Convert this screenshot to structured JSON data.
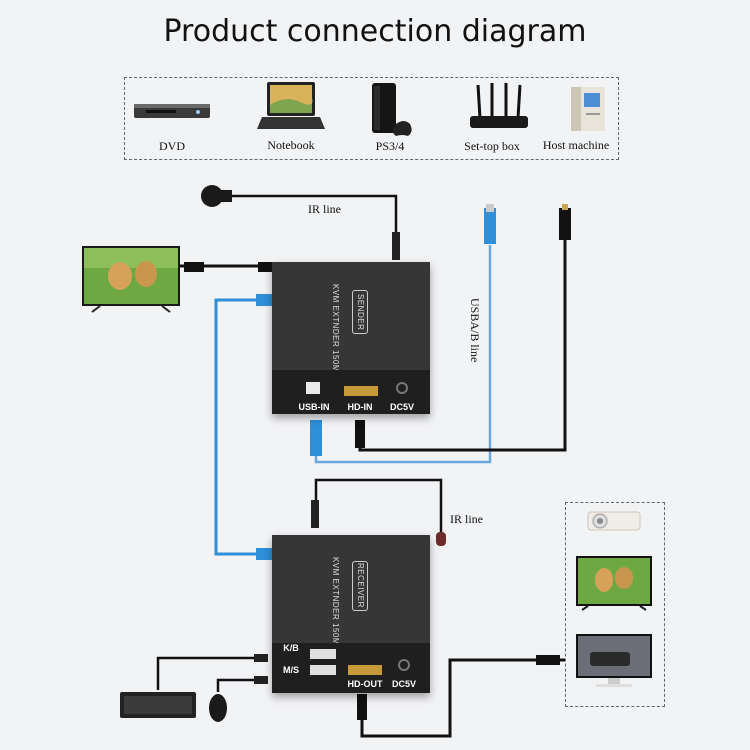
{
  "title": "Product connection diagram",
  "sources": [
    {
      "label": "DVD",
      "icon": "dvd-player-icon"
    },
    {
      "label": "Notebook",
      "icon": "laptop-icon"
    },
    {
      "label": "PS3/4",
      "icon": "game-console-icon"
    },
    {
      "label": "Set-top box",
      "icon": "router-icon"
    },
    {
      "label": "Host machine",
      "icon": "desktop-tower-icon"
    }
  ],
  "sender": {
    "top_text": "KVM EXTNDER 150M",
    "badge": "SENDER",
    "ports": [
      "USB-IN",
      "HD-IN",
      "DC5V"
    ]
  },
  "receiver": {
    "top_text": "KVM EXTNDER 150M",
    "badge": "RECEIVER",
    "ports": [
      "HD-OUT",
      "DC5V"
    ],
    "usb_labels": [
      "K/B",
      "M/S"
    ]
  },
  "lines": {
    "ir_top": "IR line",
    "ir_bottom": "IR line",
    "usb": "USBA/B line"
  },
  "colors": {
    "background": "#f2f3f5",
    "device": "#2a2a2a",
    "network_cable": "#2f8fd8",
    "hdmi_cable": "#111111"
  }
}
